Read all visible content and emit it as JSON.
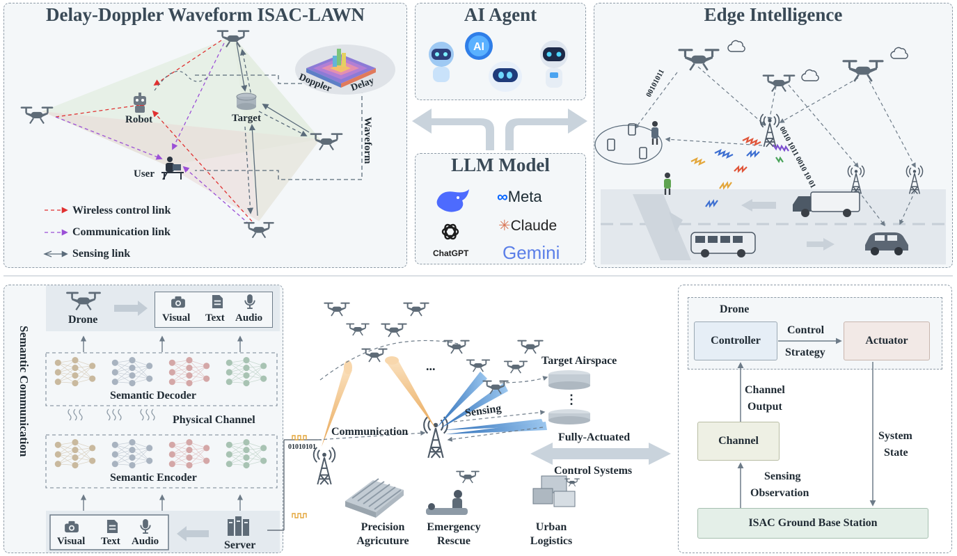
{
  "top_left": {
    "title": "Delay-Doppler Waveform ISAC-LAWN",
    "robot": "Robot",
    "target": "Target",
    "user": "User",
    "waveform": "Waveform",
    "doppler": "Doppler",
    "delay": "Delay",
    "legend": [
      {
        "label": "Wireless control link",
        "color": "#e03030"
      },
      {
        "label": "Communication link",
        "color": "#9b4fd6"
      },
      {
        "label": "Sensing link",
        "color": "#5a6b7a"
      }
    ]
  },
  "ai_agent": {
    "title": "AI Agent",
    "badge": "AI"
  },
  "llm_model": {
    "title": "LLM Model",
    "logos": {
      "meta": "Meta",
      "claude": "Claude",
      "chatgpt": "ChatGPT",
      "gemini": "Gemini"
    }
  },
  "edge": {
    "title": "Edge Intelligence",
    "bits_left": "00101011",
    "bits_right": "0010 1011 0010 10 01"
  },
  "semantic": {
    "side_title": "Semantic Communication",
    "drone": "Drone",
    "modalities_top": [
      "Visual",
      "Text",
      "Audio"
    ],
    "decoder": "Semantic Decoder",
    "physical_channel": "Physical Channel",
    "encoder": "Semantic Encoder",
    "modalities_bottom": [
      "Visual",
      "Text",
      "Audio"
    ],
    "server": "Server"
  },
  "middle": {
    "bits": "01010101",
    "communication": "Communication",
    "sensing": "Sensing",
    "target_airspace": "Target Airspace",
    "ellipsis": "...",
    "vdots": "⋮",
    "fully_actuated": "Fully-Actuated",
    "control_systems": "Control Systems",
    "apps": [
      {
        "line1": "Precision",
        "line2": "Agricuture"
      },
      {
        "line1": "Emergency",
        "line2": "Rescue"
      },
      {
        "line1": "Urban",
        "line2": "Logistics"
      }
    ]
  },
  "control": {
    "drone": "Drone",
    "controller": "Controller",
    "control": "Control",
    "strategy": "Strategy",
    "actuator": "Actuator",
    "channel_output_1": "Channel",
    "channel_output_2": "Output",
    "channel": "Channel",
    "system_1": "System",
    "system_2": "State",
    "sensing_1": "Sensing",
    "sensing_2": "Observation",
    "isac": "ISAC Ground Base Station"
  }
}
